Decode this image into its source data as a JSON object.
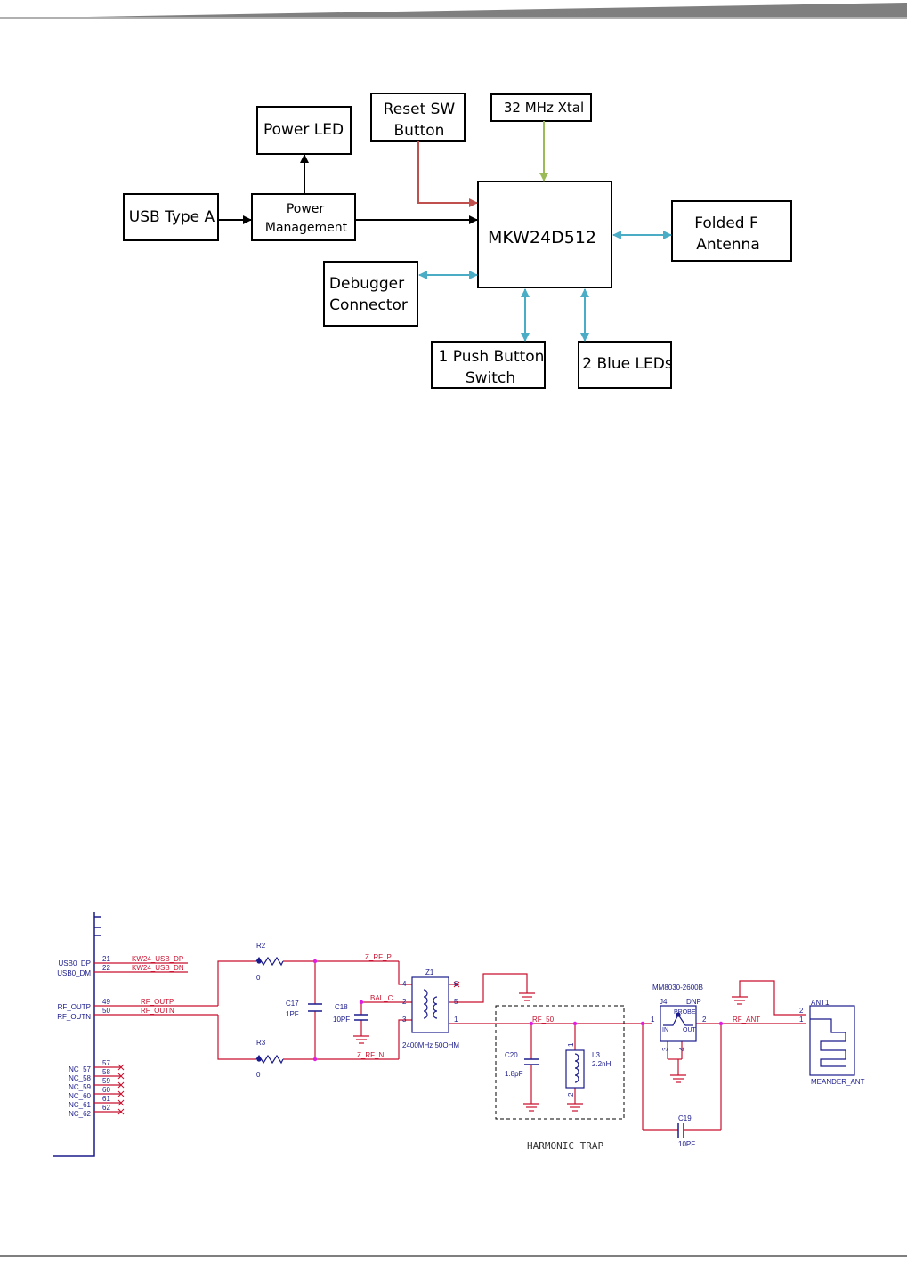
{
  "block_diagram": {
    "blocks": {
      "power_led": "Power LED",
      "reset_sw": [
        "Reset SW",
        "Button"
      ],
      "xtal": "32 MHz Xtal",
      "usb": "USB Type A",
      "power_mgmt": [
        "Power",
        "Management"
      ],
      "mcu": "MKW24D512",
      "antenna": [
        "Folded F",
        "Antenna"
      ],
      "debugger": [
        "Debugger",
        "Connector"
      ],
      "push_button": [
        "1 Push Button",
        "Switch"
      ],
      "blue_leds": "2 Blue LEDs"
    },
    "colors": {
      "reset_arrow": "#c0504d",
      "xtal_arrow": "#9bbb59",
      "bidir_arrow": "#4bacc6",
      "black_arrow": "#000000"
    }
  },
  "schematic": {
    "left_pins": [
      {
        "name": "USB0_DP",
        "num": "21",
        "net": "KW24_USB_DP"
      },
      {
        "name": "USB0_DM",
        "num": "22",
        "net": "KW24_USB_DN"
      },
      {
        "name": "RF_OUTP",
        "num": "49",
        "net": "RF_OUTP"
      },
      {
        "name": "RF_OUTN",
        "num": "50",
        "net": "RF_OUTN"
      }
    ],
    "nc_pins": [
      {
        "name": "NC_57",
        "num": "57"
      },
      {
        "name": "NC_58",
        "num": "58"
      },
      {
        "name": "NC_59",
        "num": "59"
      },
      {
        "name": "NC_60",
        "num": "60"
      },
      {
        "name": "NC_61",
        "num": "61"
      },
      {
        "name": "NC_62",
        "num": "62"
      }
    ],
    "r2": {
      "ref": "R2",
      "value": "0"
    },
    "r3": {
      "ref": "R3",
      "value": "0"
    },
    "c17": {
      "ref": "C17",
      "value": "1PF"
    },
    "c18": {
      "ref": "C18",
      "value": "10PF"
    },
    "nets": {
      "z_rf_p": "Z_RF_P",
      "z_rf_n": "Z_RF_N",
      "bal_c": "BAL_C",
      "rf_50": "RF_50",
      "rf_ant": "RF_ANT"
    },
    "z1": {
      "ref": "Z1",
      "value": "2400MHz 50OHM",
      "pins": [
        "4",
        "2",
        "3",
        "6",
        "5",
        "1"
      ]
    },
    "c20": {
      "ref": "C20",
      "value": "1.8pF"
    },
    "l3": {
      "ref": "L3",
      "value": "2.2nH",
      "pins": [
        "1",
        "2"
      ]
    },
    "harmonic_trap": "HARMONIC TRAP",
    "j4": {
      "part": "MM8030-2600B",
      "ref": "J4",
      "dnp": "DNP",
      "probe": "PROBE",
      "in": "IN",
      "out": "OUT",
      "pins": [
        "1",
        "2",
        "3",
        "4"
      ]
    },
    "c19": {
      "ref": "C19",
      "value": "10PF"
    },
    "ant1": {
      "ref": "ANT1",
      "value": "MEANDER_ANT",
      "pins": [
        "2",
        "1"
      ]
    },
    "colors": {
      "wire": "#c8102e",
      "part": "#1a1a8c",
      "junction": "#e020e0",
      "ground": "#c8102e"
    }
  }
}
